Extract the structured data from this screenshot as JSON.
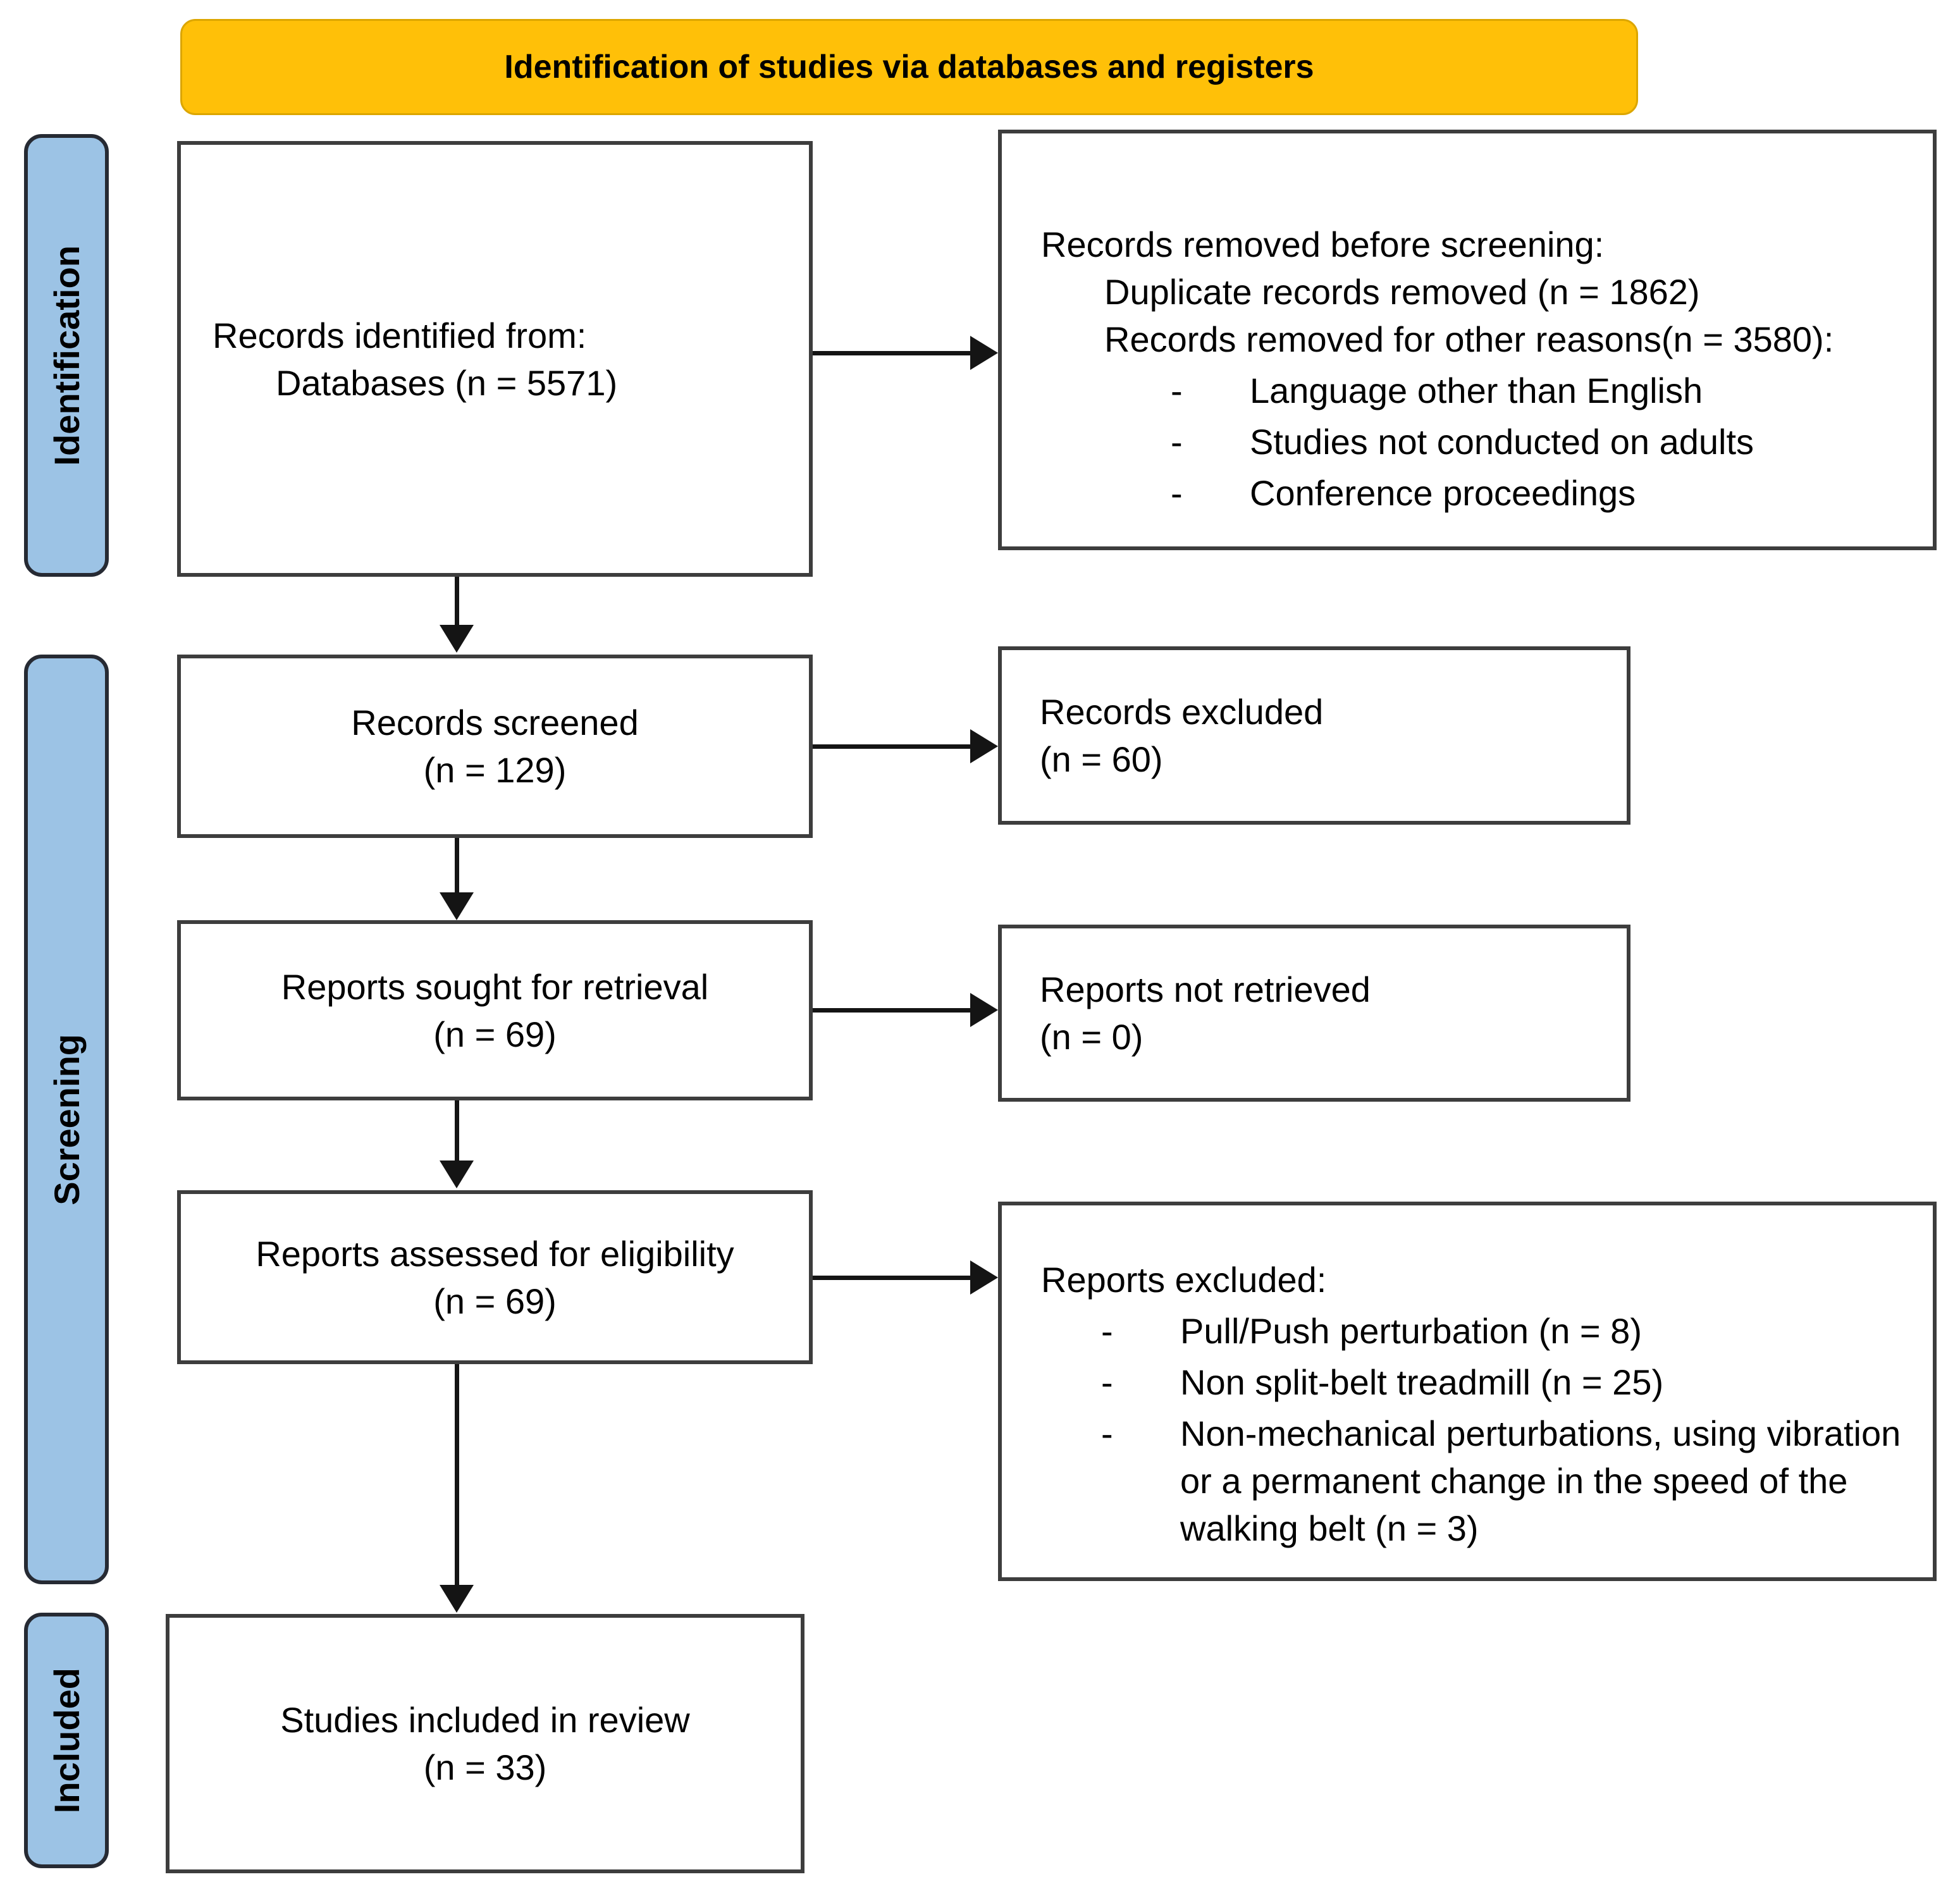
{
  "banner": {
    "label": "Identification of studies via databases and registers"
  },
  "stages": [
    {
      "label": "Identification"
    },
    {
      "label": "Screening"
    },
    {
      "label": "Included"
    }
  ],
  "bullet_marker": "-",
  "boxes": {
    "identified": {
      "line1": "Records identified from:",
      "line2": "Databases (n = 5571)"
    },
    "removed": {
      "title": "Records removed before screening:",
      "sub1": "Duplicate records removed (n = 1862)",
      "sub2": "Records removed for other reasons(n = 3580):",
      "bullets": [
        "Language other than English",
        "Studies not conducted on adults",
        "Conference proceedings"
      ]
    },
    "screened": {
      "line1": "Records screened",
      "line2": "(n = 129)"
    },
    "records_excluded": {
      "line1": "Records excluded",
      "line2": "(n = 60)"
    },
    "sought": {
      "line1": "Reports sought for retrieval",
      "line2": "(n = 69)"
    },
    "not_retrieved": {
      "line1": "Reports not retrieved",
      "line2": "(n = 0)"
    },
    "assessed": {
      "line1": "Reports assessed for eligibility",
      "line2": "(n = 69)"
    },
    "reports_excluded": {
      "title": "Reports excluded:",
      "bullets": [
        "Pull/Push perturbation (n = 8)",
        "Non split-belt treadmill (n = 25)",
        "Non-mechanical perturbations, using vibration or a permanent change in the speed of the walking belt (n = 3)"
      ]
    },
    "included": {
      "line1": "Studies included in review",
      "line2": "(n = 33)"
    }
  },
  "colors": {
    "banner_fill": "#FFC008",
    "stage_fill": "#9CC3E5",
    "box_border": "#3D3D3D",
    "arrow": "#141414"
  }
}
